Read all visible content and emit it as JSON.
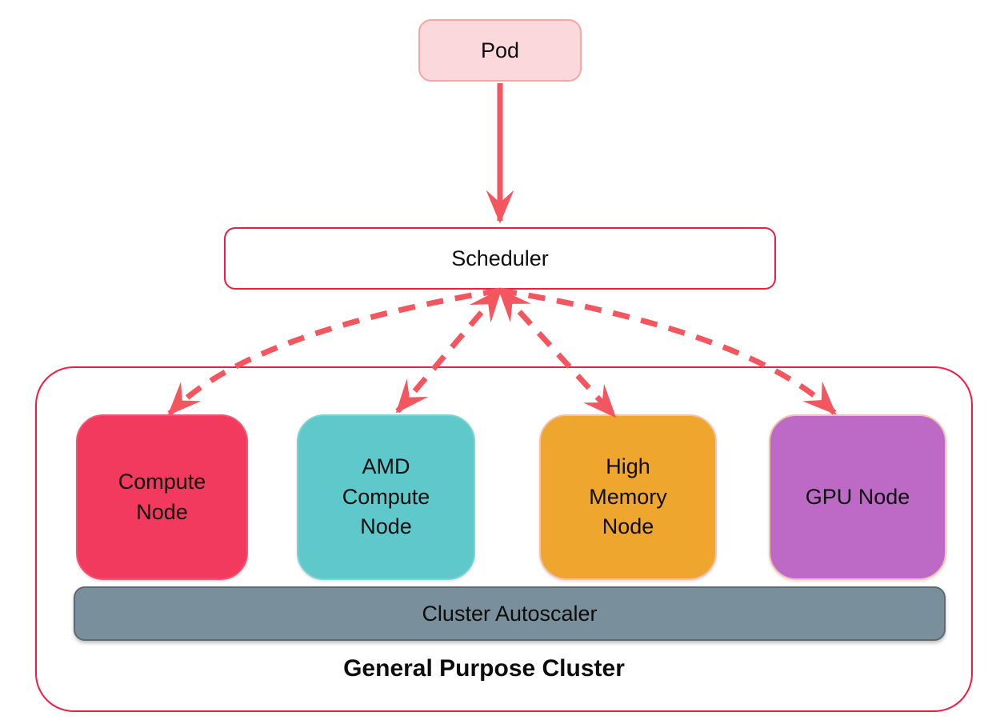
{
  "diagram": {
    "pod": {
      "label": "Pod"
    },
    "scheduler": {
      "label": "Scheduler"
    },
    "cluster": {
      "title": "General Purpose Cluster",
      "autoscaler": {
        "label": "Cluster Autoscaler",
        "fill": "#7a8f9c",
        "border": "#5b6a74"
      },
      "nodes": [
        {
          "name": "compute-node",
          "label": "Compute\nNode",
          "fill": "#f23a5e",
          "border": "#f4546f"
        },
        {
          "name": "amd-compute-node",
          "label": "AMD\nCompute\nNode",
          "fill": "#5ec8ca",
          "border": "#7dd2d2"
        },
        {
          "name": "high-memory-node",
          "label": "High\nMemory\nNode",
          "fill": "#efa62e",
          "border": "#f3c1ad"
        },
        {
          "name": "gpu-node",
          "label": "GPU Node",
          "fill": "#bc6ac6",
          "border": "#f3c1ad"
        }
      ]
    },
    "edges": [
      {
        "from": "Pod",
        "to": "Scheduler",
        "style": "solid"
      },
      {
        "from": "Scheduler",
        "to": "Compute Node",
        "style": "dashed"
      },
      {
        "from": "Scheduler",
        "to": "AMD Compute Node",
        "style": "dashed"
      },
      {
        "from": "Scheduler",
        "to": "High Memory Node",
        "style": "dashed"
      },
      {
        "from": "Scheduler",
        "to": "GPU Node",
        "style": "dashed"
      }
    ],
    "colors": {
      "arrow": "#f4565f",
      "outline": "#f01c44",
      "pod_fill": "#fbd8dc",
      "pod_border": "#f6a7a3",
      "text": "#0d0d0d"
    }
  }
}
